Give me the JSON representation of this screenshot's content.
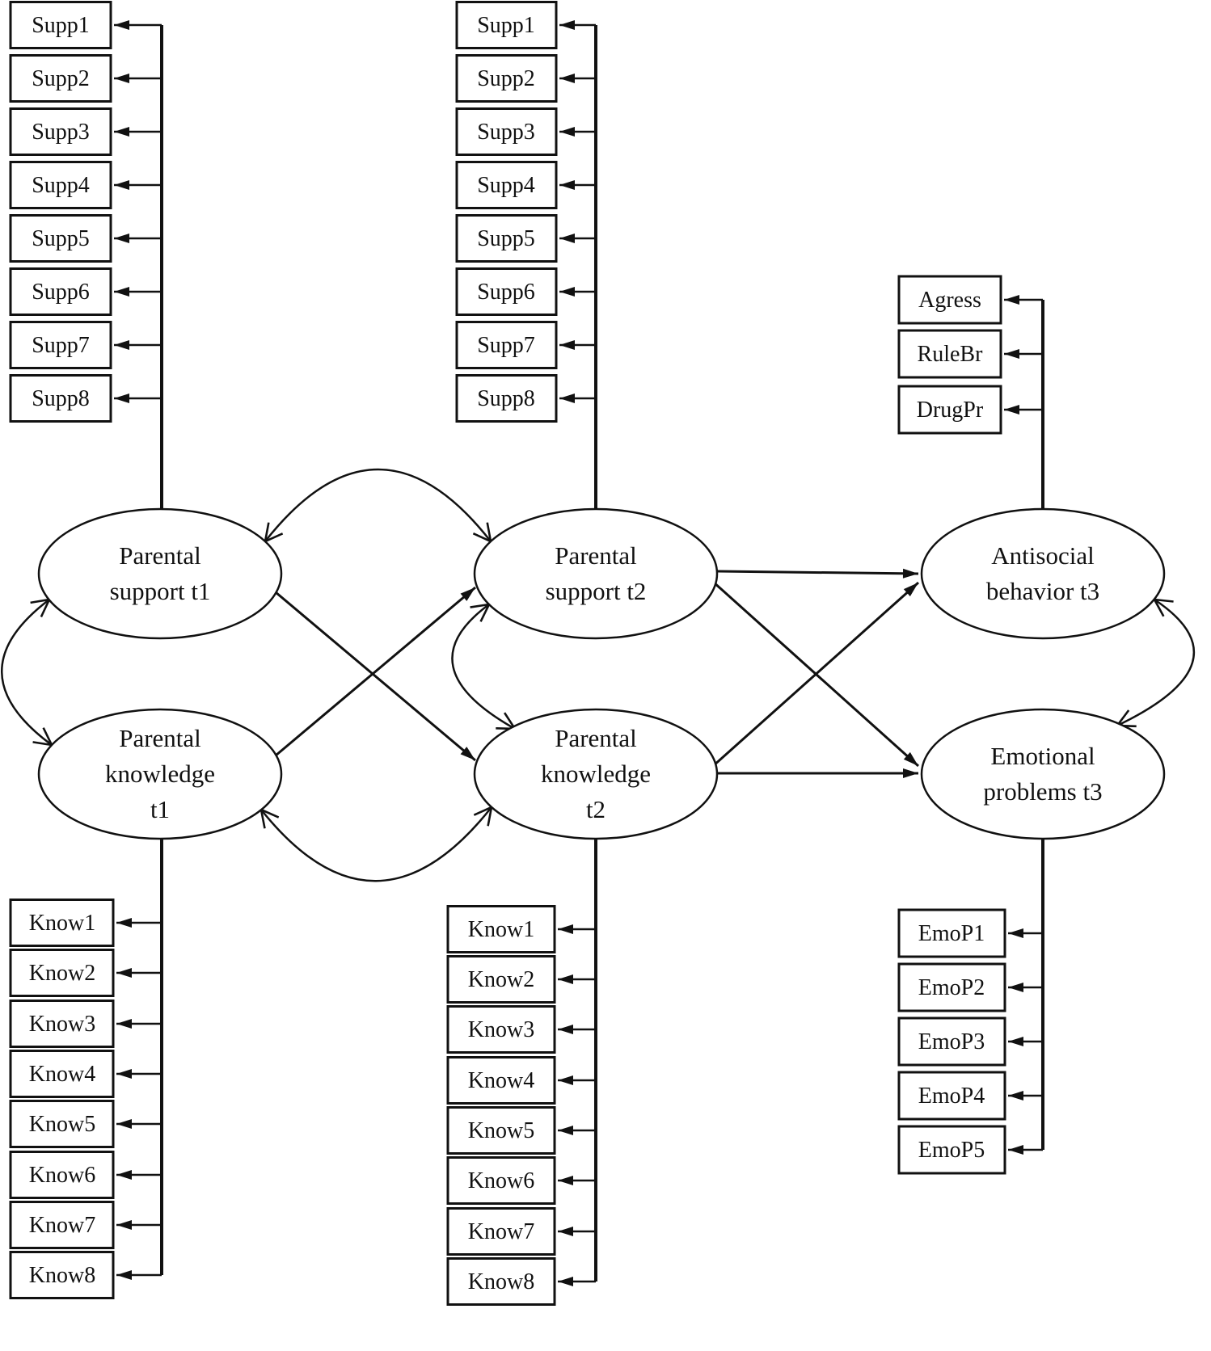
{
  "latents": {
    "support_t1": {
      "lines": [
        "Parental",
        "support t1"
      ]
    },
    "knowledge_t1": {
      "lines": [
        "Parental",
        "knowledge",
        "t1"
      ]
    },
    "support_t2": {
      "lines": [
        "Parental",
        "support t2"
      ]
    },
    "knowledge_t2": {
      "lines": [
        "Parental",
        "knowledge",
        "t2"
      ]
    },
    "antisocial_t3": {
      "lines": [
        "Antisocial",
        "behavior t3"
      ]
    },
    "emotional_t3": {
      "lines": [
        "Emotional",
        "problems t3"
      ]
    }
  },
  "indicators": {
    "supp_t1": [
      "Supp1",
      "Supp2",
      "Supp3",
      "Supp4",
      "Supp5",
      "Supp6",
      "Supp7",
      "Supp8"
    ],
    "supp_t2": [
      "Supp1",
      "Supp2",
      "Supp3",
      "Supp4",
      "Supp5",
      "Supp6",
      "Supp7",
      "Supp8"
    ],
    "know_t1": [
      "Know1",
      "Know2",
      "Know3",
      "Know4",
      "Know5",
      "Know6",
      "Know7",
      "Know8"
    ],
    "know_t2": [
      "Know1",
      "Know2",
      "Know3",
      "Know4",
      "Know5",
      "Know6",
      "Know7",
      "Know8"
    ],
    "antisocial_t3": [
      "Agress",
      "RuleBr",
      "DrugPr"
    ],
    "emotional_t3": [
      "EmoP1",
      "EmoP2",
      "EmoP3",
      "EmoP4",
      "EmoP5"
    ]
  },
  "relations": {
    "directed_paths": [
      {
        "from": "Parental support t1",
        "to": "Parental knowledge t2"
      },
      {
        "from": "Parental knowledge t1",
        "to": "Parental support t2"
      },
      {
        "from": "Parental support t2",
        "to": "Antisocial behavior t3"
      },
      {
        "from": "Parental support t2",
        "to": "Emotional problems t3"
      },
      {
        "from": "Parental knowledge t2",
        "to": "Antisocial behavior t3"
      },
      {
        "from": "Parental knowledge t2",
        "to": "Emotional problems t3"
      }
    ],
    "covariances": [
      {
        "between": [
          "Parental support t1",
          "Parental support t2"
        ]
      },
      {
        "between": [
          "Parental support t1",
          "Parental knowledge t1"
        ]
      },
      {
        "between": [
          "Parental support t2",
          "Parental knowledge t2"
        ]
      },
      {
        "between": [
          "Parental knowledge t1",
          "Parental knowledge t2"
        ]
      },
      {
        "between": [
          "Antisocial behavior t3",
          "Emotional problems t3"
        ]
      }
    ]
  },
  "colors": {
    "line": "#111111",
    "background": "#ffffff"
  }
}
